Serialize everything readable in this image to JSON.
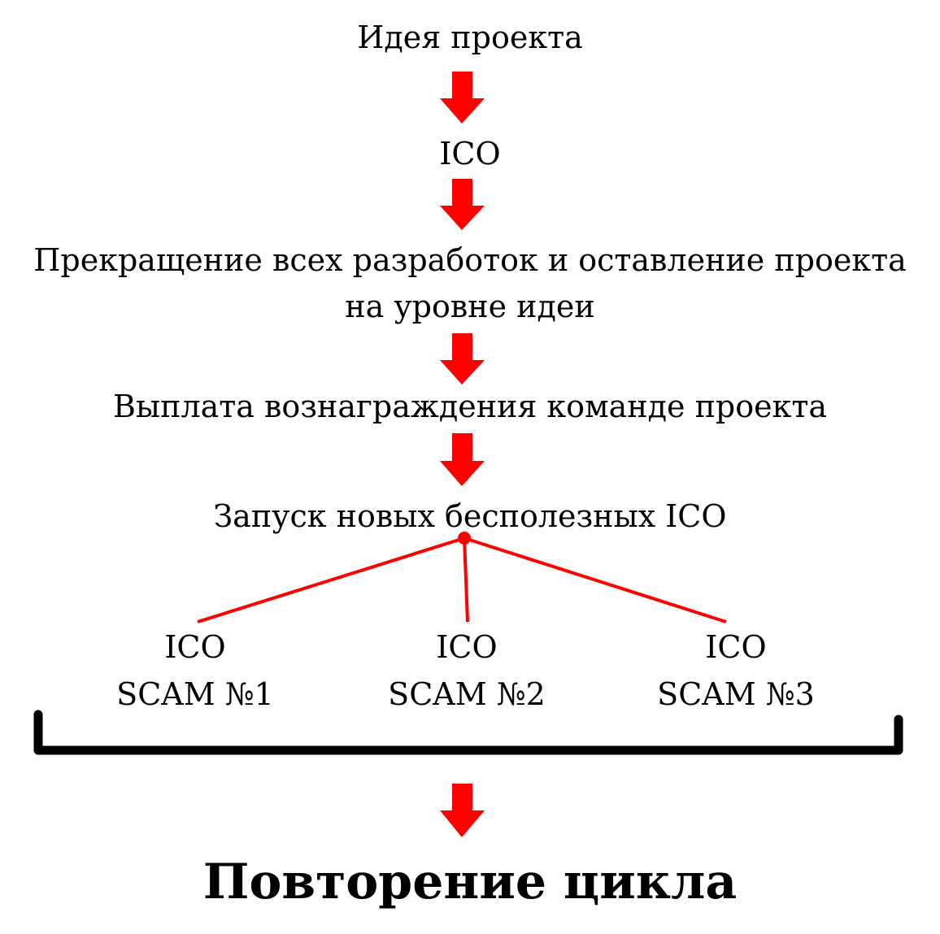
{
  "steps": [
    "Идея проекта",
    "ICO",
    "Прекращение всех разработок и оставление проекта",
    "на уровне идеи",
    "Выплата вознаграждения команде проекта",
    "Запуск новых бесполезных ICO"
  ],
  "branches": [
    {
      "line1": "ICO",
      "line2": "SCAM №1"
    },
    {
      "line1": "ICO",
      "line2": "SCAM №2"
    },
    {
      "line1": "ICO",
      "line2": "SCAM №3"
    }
  ],
  "final": "Повторение цикла",
  "colors": {
    "arrow": "#ff0000",
    "connector": "#ff0000",
    "bracket": "#000000",
    "text": "#000000"
  }
}
